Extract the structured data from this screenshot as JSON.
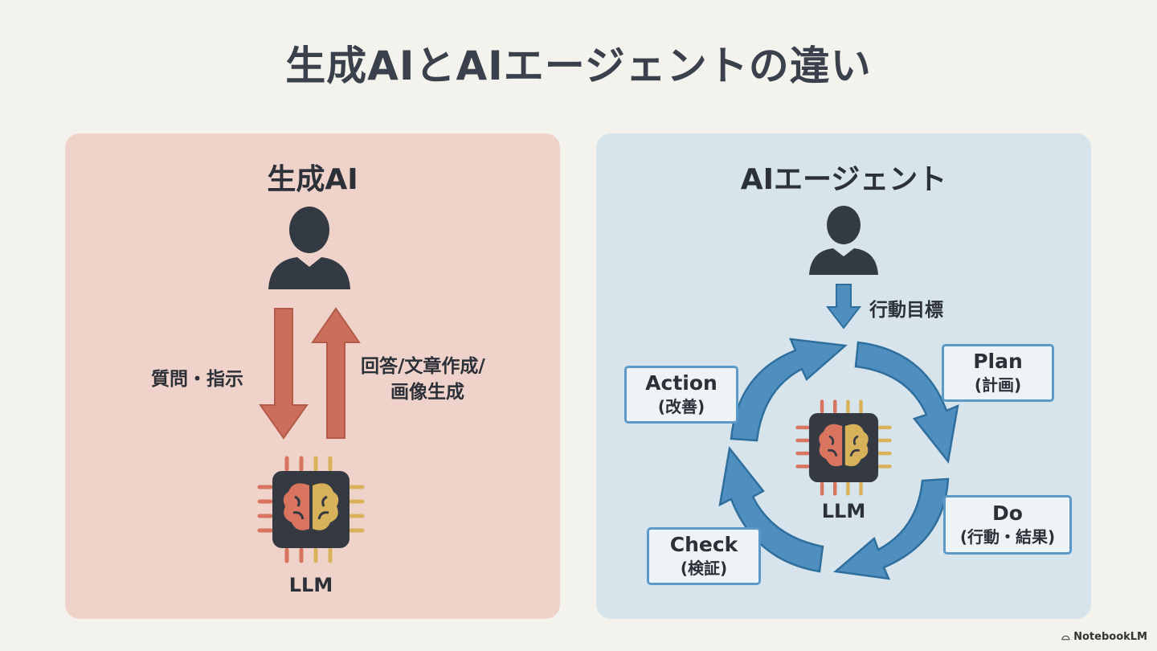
{
  "title": "生成AIとAIエージェントの違い",
  "generative": {
    "heading": "生成AI",
    "down_label": "質問・指示",
    "up_label_line1": "回答/文章作成/",
    "up_label_line2": "画像生成",
    "chip_label": "LLM"
  },
  "agent": {
    "heading": "AIエージェント",
    "goal_label": "行動目標",
    "chip_label": "LLM",
    "cycle": {
      "plan": {
        "en": "Plan",
        "jp": "(計画)"
      },
      "do": {
        "en": "Do",
        "jp": "(行動・結果)"
      },
      "check": {
        "en": "Check",
        "jp": "(検証)"
      },
      "action": {
        "en": "Action",
        "jp": "(改善)"
      }
    }
  },
  "brand": "NotebookLM",
  "colors": {
    "left_panel": "#efd3ca",
    "right_panel": "#d8e4ec",
    "red_arrow": "#cc6e5c",
    "blue_arrow": "#4f8fbf",
    "person": "#333a44",
    "chip": "#343942"
  }
}
